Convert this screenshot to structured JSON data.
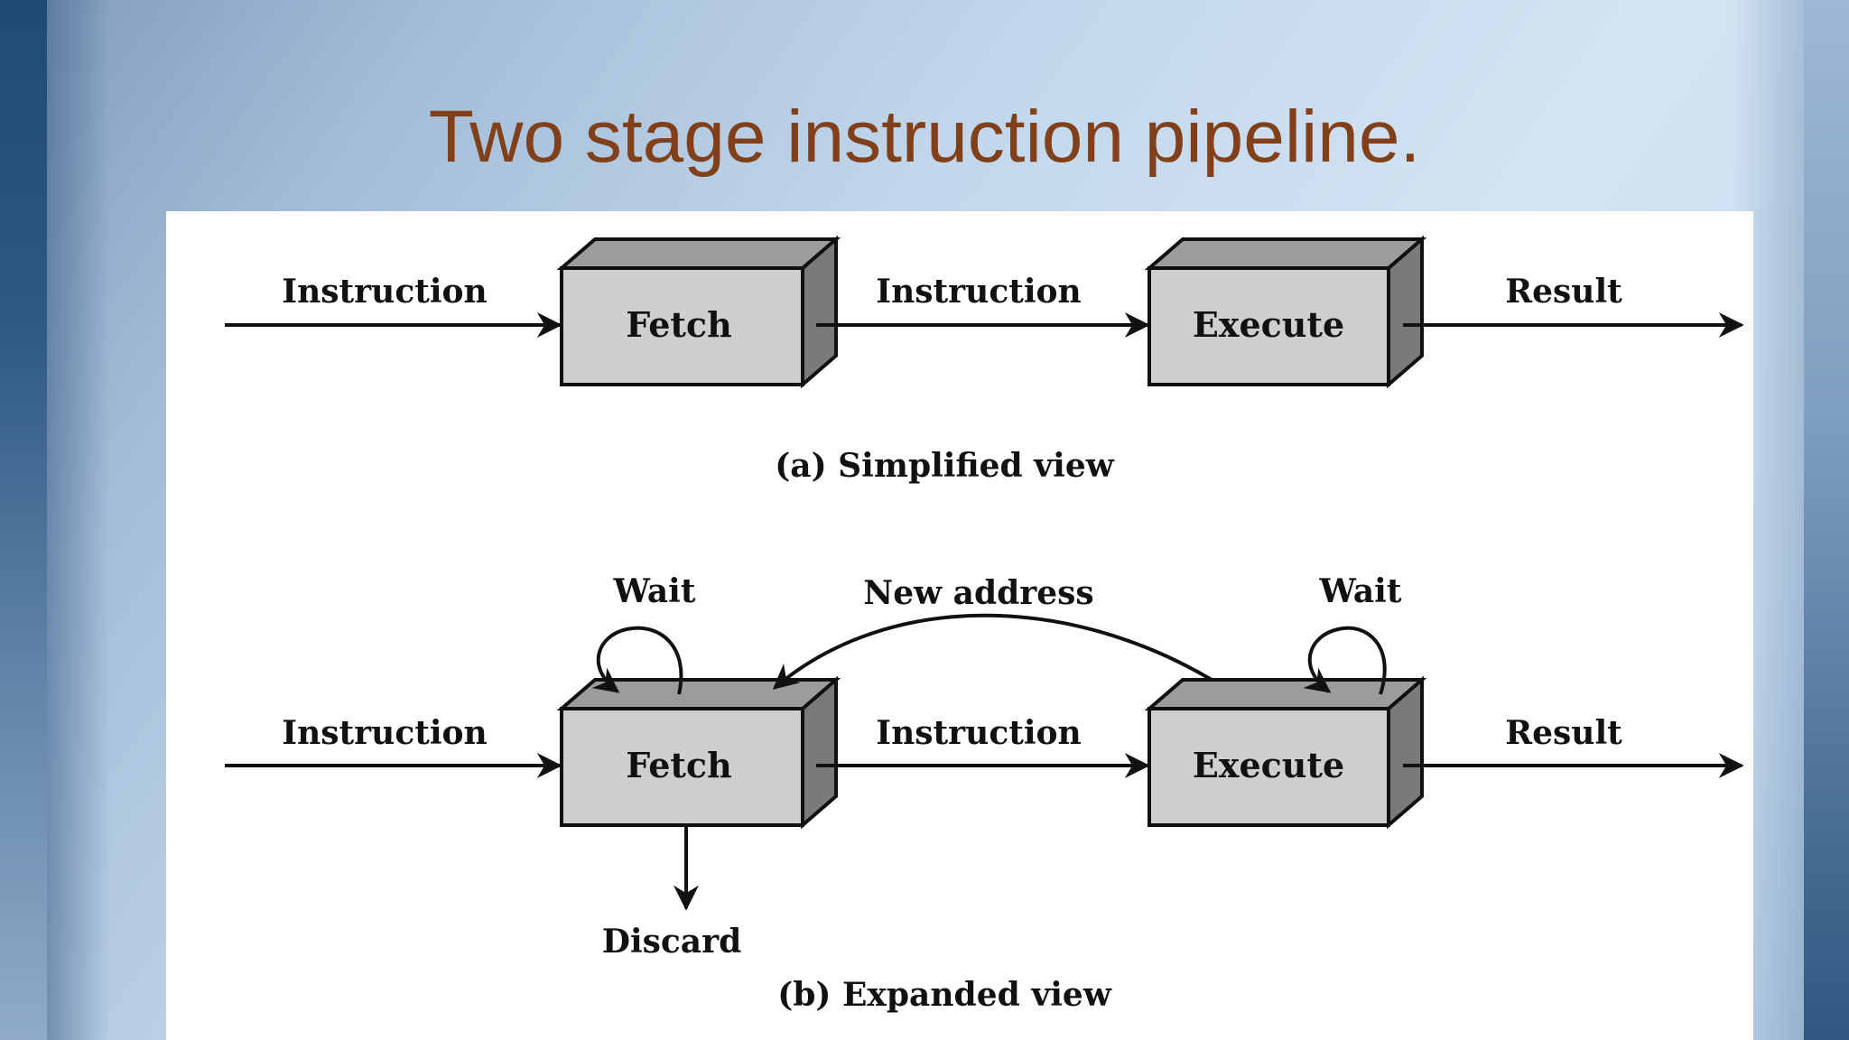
{
  "slide": {
    "title": "Two stage instruction pipeline."
  },
  "diagram": {
    "simplified": {
      "caption": "(a) Simplified view",
      "input_label": "Instruction",
      "fetch_label": "Fetch",
      "middle_label": "Instruction",
      "execute_label": "Execute",
      "output_label": "Result"
    },
    "expanded": {
      "caption": "(b) Expanded view",
      "input_label": "Instruction",
      "fetch_label": "Fetch",
      "middle_label": "Instruction",
      "execute_label": "Execute",
      "output_label": "Result",
      "fetch_wait_label": "Wait",
      "execute_wait_label": "Wait",
      "new_address_label": "New address",
      "discard_label": "Discard"
    }
  },
  "colors": {
    "title": "#82401a",
    "box_front": "#cfcfcf",
    "box_top": "#9c9c9c",
    "box_side": "#7a7a7a"
  }
}
